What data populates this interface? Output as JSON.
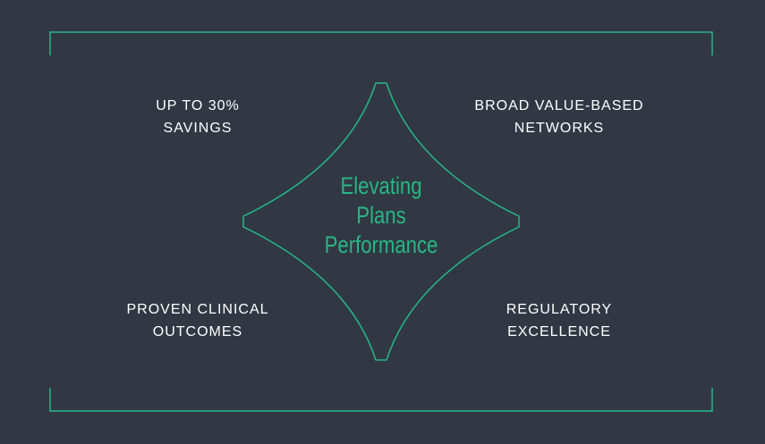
{
  "colors": {
    "background": "#313843",
    "accent": "#25b884",
    "text": "#ffffff"
  },
  "center": {
    "lines": [
      "Elevating",
      "Plans",
      "Performance"
    ]
  },
  "quadrants": {
    "top_left": [
      "UP TO 30%",
      "SAVINGS"
    ],
    "top_right": [
      "BROAD VALUE-BASED",
      "NETWORKS"
    ],
    "bottom_left": [
      "PROVEN CLINICAL",
      "OUTCOMES"
    ],
    "bottom_right": [
      "REGULATORY",
      "EXCELLENCE"
    ]
  }
}
